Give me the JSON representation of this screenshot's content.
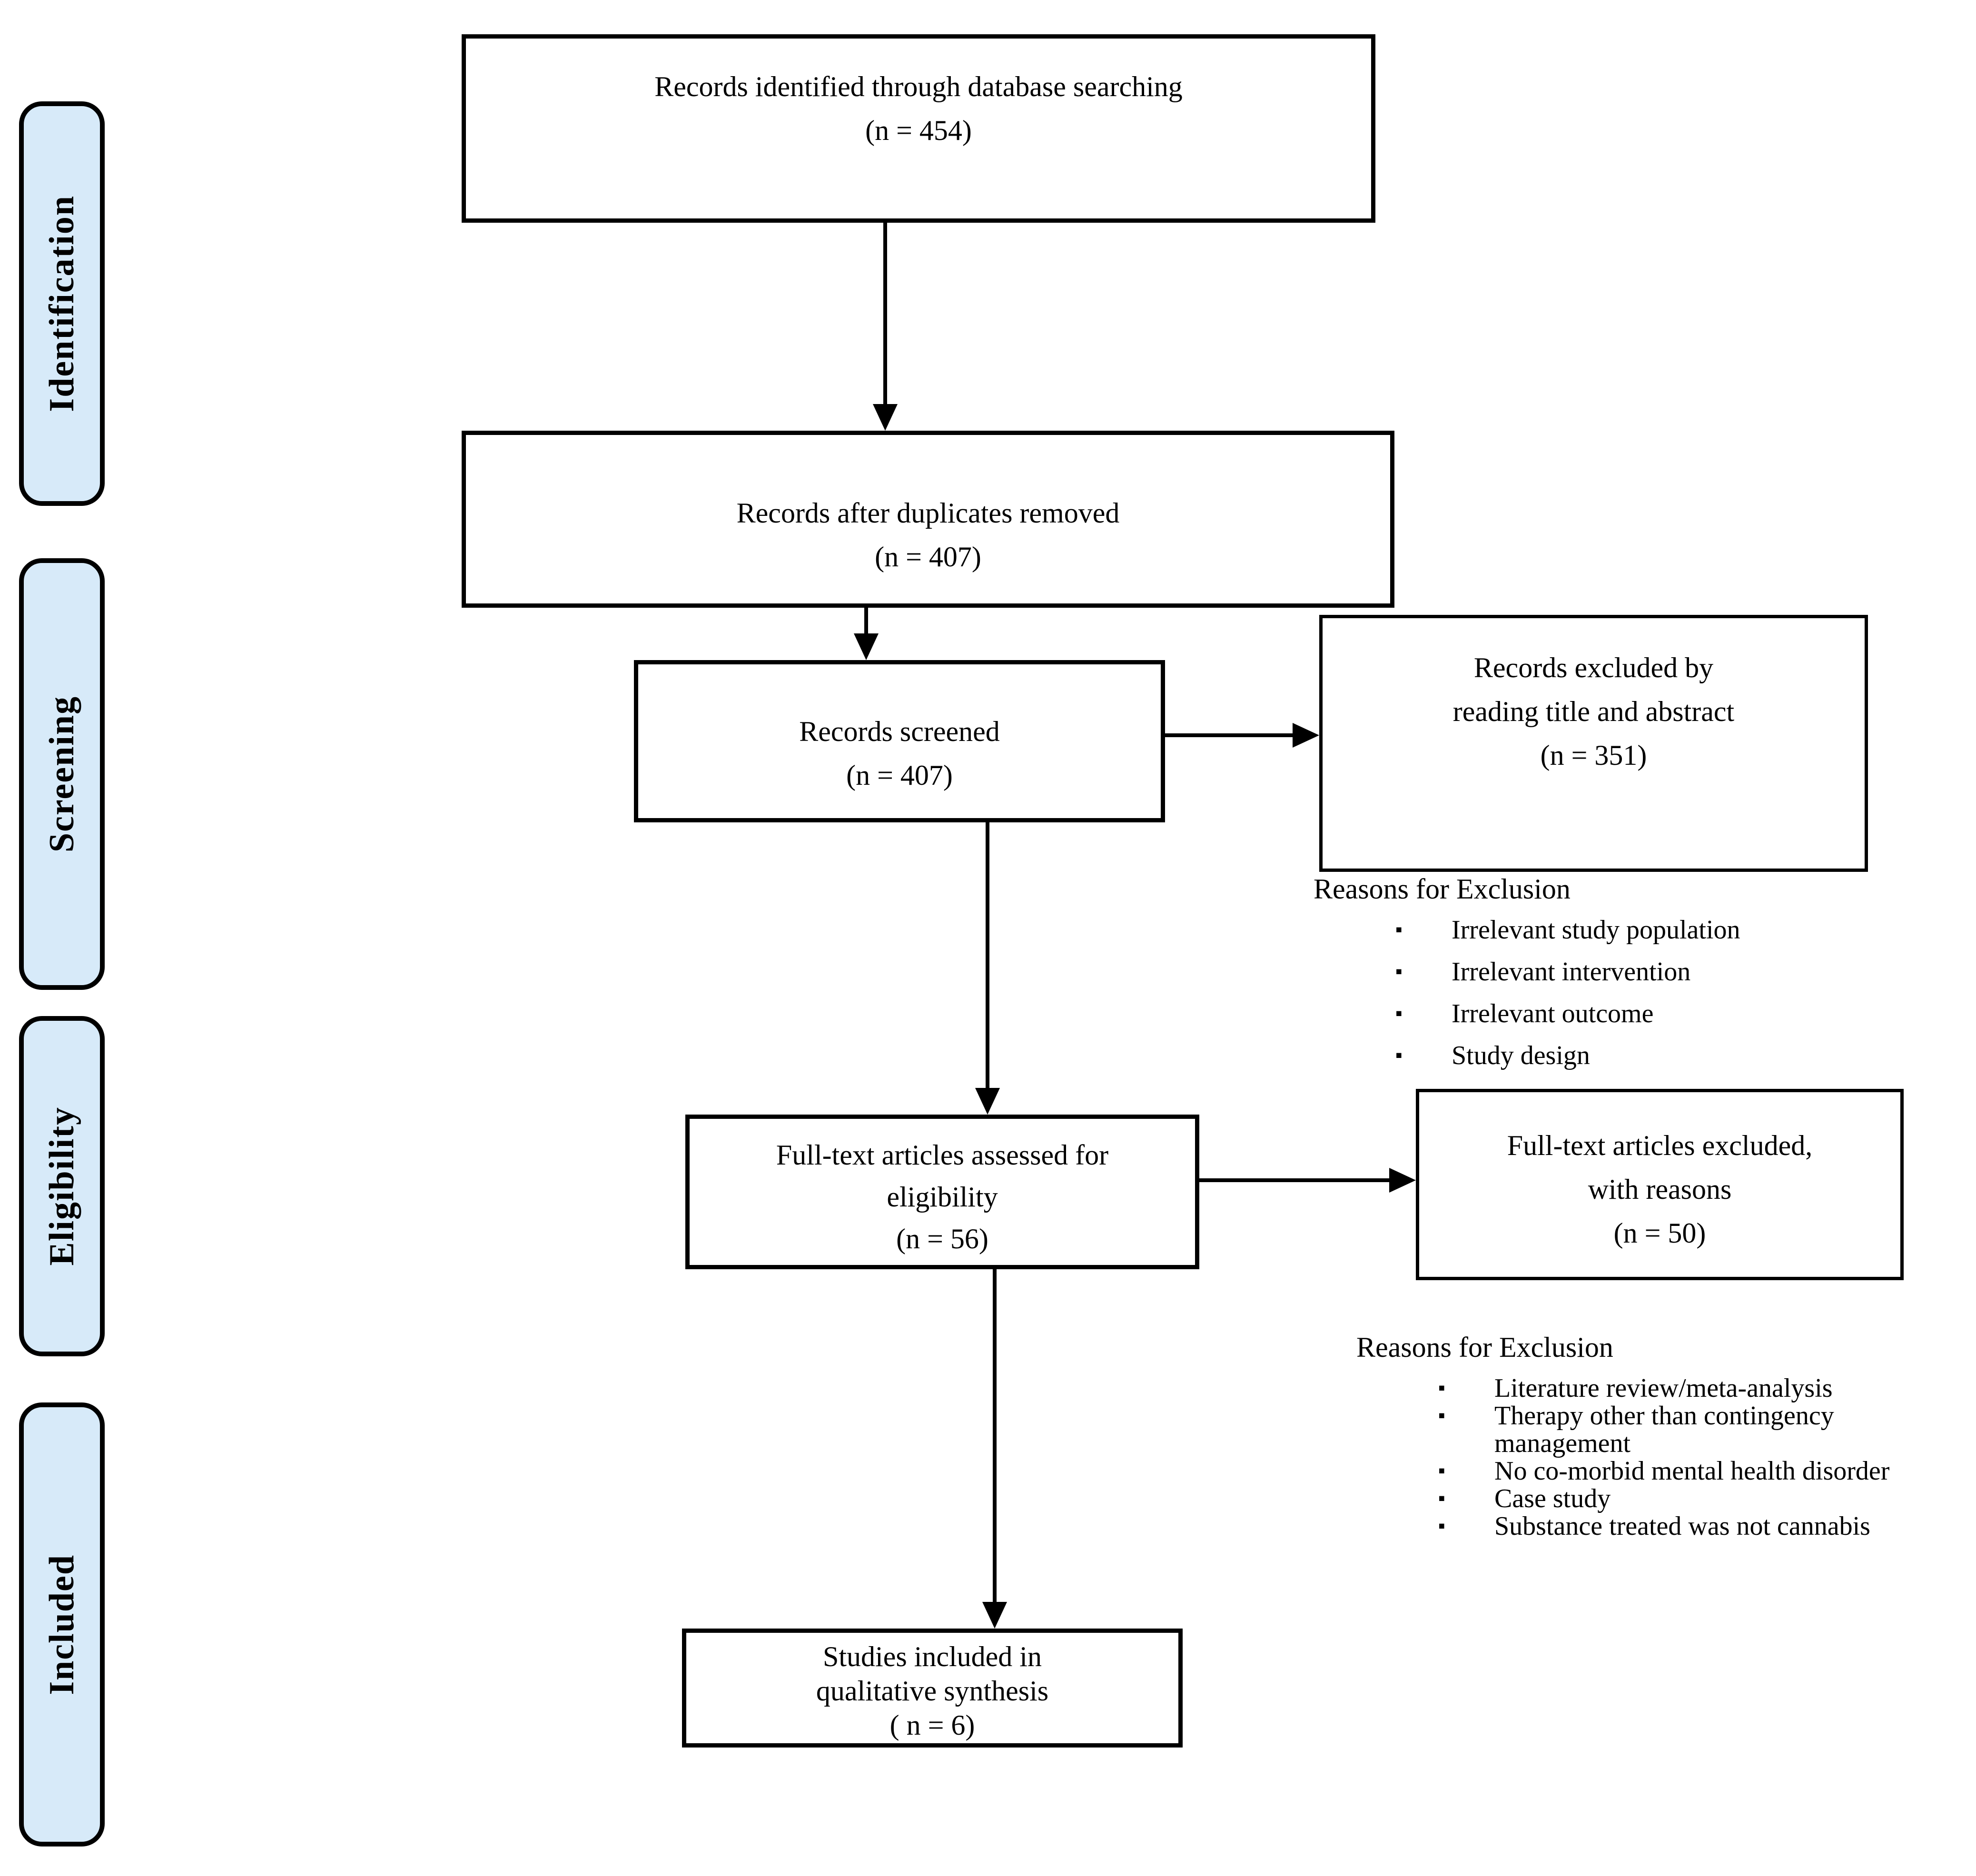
{
  "stages": [
    {
      "label": "Identification"
    },
    {
      "label": "Screening"
    },
    {
      "label": "Eligibility"
    },
    {
      "label": "Included"
    }
  ],
  "boxes": {
    "identified": {
      "lines": [
        "Records identified through database searching"
      ],
      "count": "(n = 454)"
    },
    "duplicates_removed": {
      "lines": [
        "Records after duplicates removed"
      ],
      "count": "(n = 407)"
    },
    "screened": {
      "lines": [
        "Records screened"
      ],
      "count": "(n = 407)"
    },
    "fulltext_assessed": {
      "lines": [
        "Full-text articles assessed for",
        "eligibility"
      ],
      "count": "(n = 56)"
    },
    "included_final": {
      "lines": [
        "Studies included in",
        "qualitative synthesis"
      ],
      "count": "( n = 6)"
    },
    "excluded_screening": {
      "lines": [
        "Records excluded by",
        "reading title and abstract"
      ],
      "count": "(n = 351)"
    },
    "excluded_fulltext": {
      "lines": [
        "Full-text articles excluded,",
        "with reasons"
      ],
      "count": "(n = 50)"
    }
  },
  "exclusion1": {
    "heading": "Reasons for Exclusion",
    "bullet": "▪",
    "items": [
      "Irrelevant study population",
      "Irrelevant intervention",
      "Irrelevant outcome",
      "Study design"
    ]
  },
  "exclusion2": {
    "heading": "Reasons for Exclusion",
    "bullet": "▪",
    "items": [
      "Literature review/meta-analysis",
      "Therapy other than contingency management",
      "No co-morbid mental health disorder",
      "Case study",
      "Substance treated was not cannabis"
    ]
  },
  "colors": {
    "stage_fill": "#d7eaf9",
    "line": "#000000",
    "box_fill": "#ffffff",
    "text": "#000000"
  }
}
